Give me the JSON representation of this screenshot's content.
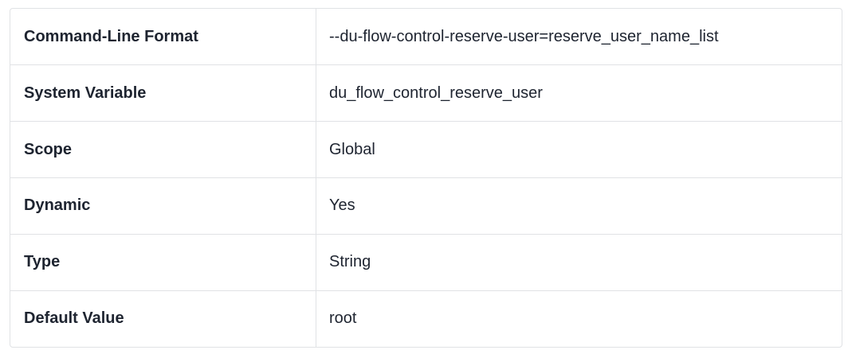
{
  "table": {
    "rows": [
      {
        "label": "Command-Line Format",
        "value": "--du-flow-control-reserve-user=reserve_user_name_list"
      },
      {
        "label": "System Variable",
        "value": "du_flow_control_reserve_user"
      },
      {
        "label": "Scope",
        "value": "Global"
      },
      {
        "label": "Dynamic",
        "value": "Yes"
      },
      {
        "label": "Type",
        "value": "String"
      },
      {
        "label": "Default Value",
        "value": "root"
      }
    ]
  },
  "colors": {
    "background": "#ffffff",
    "border": "#e0e2e5",
    "text": "#1e2430"
  }
}
